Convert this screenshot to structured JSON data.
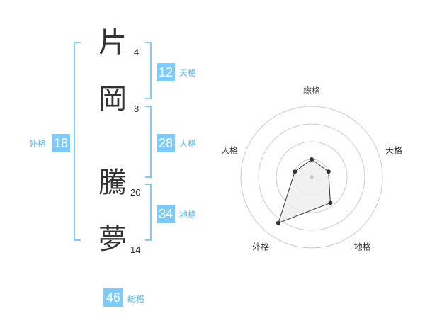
{
  "characters": [
    {
      "kanji": "片",
      "strokes": "4"
    },
    {
      "kanji": "岡",
      "strokes": "8"
    },
    {
      "kanji": "騰",
      "strokes": "20"
    },
    {
      "kanji": "夢",
      "strokes": "14"
    }
  ],
  "kakusu": {
    "tenkaku": {
      "value": "12",
      "label": "天格"
    },
    "jinkaku": {
      "value": "28",
      "label": "人格"
    },
    "chikaku": {
      "value": "34",
      "label": "地格"
    },
    "gaikaku": {
      "value": "18",
      "label": "外格"
    },
    "soukaku": {
      "value": "46",
      "label": "総格"
    }
  },
  "chart_data": {
    "type": "radar",
    "axes": [
      "総格",
      "天格",
      "地格",
      "外格",
      "人格"
    ],
    "values": [
      0.25,
      0.25,
      0.45,
      0.8,
      0.25
    ],
    "range": [
      0,
      1
    ],
    "rings": 4,
    "colors": {
      "line": "#333333",
      "fill": "#eeeeee",
      "ring": "#cccccc",
      "marker": "#333333"
    }
  },
  "colors": {
    "accent": "#7fcbf5",
    "label": "#5ab3e6"
  }
}
